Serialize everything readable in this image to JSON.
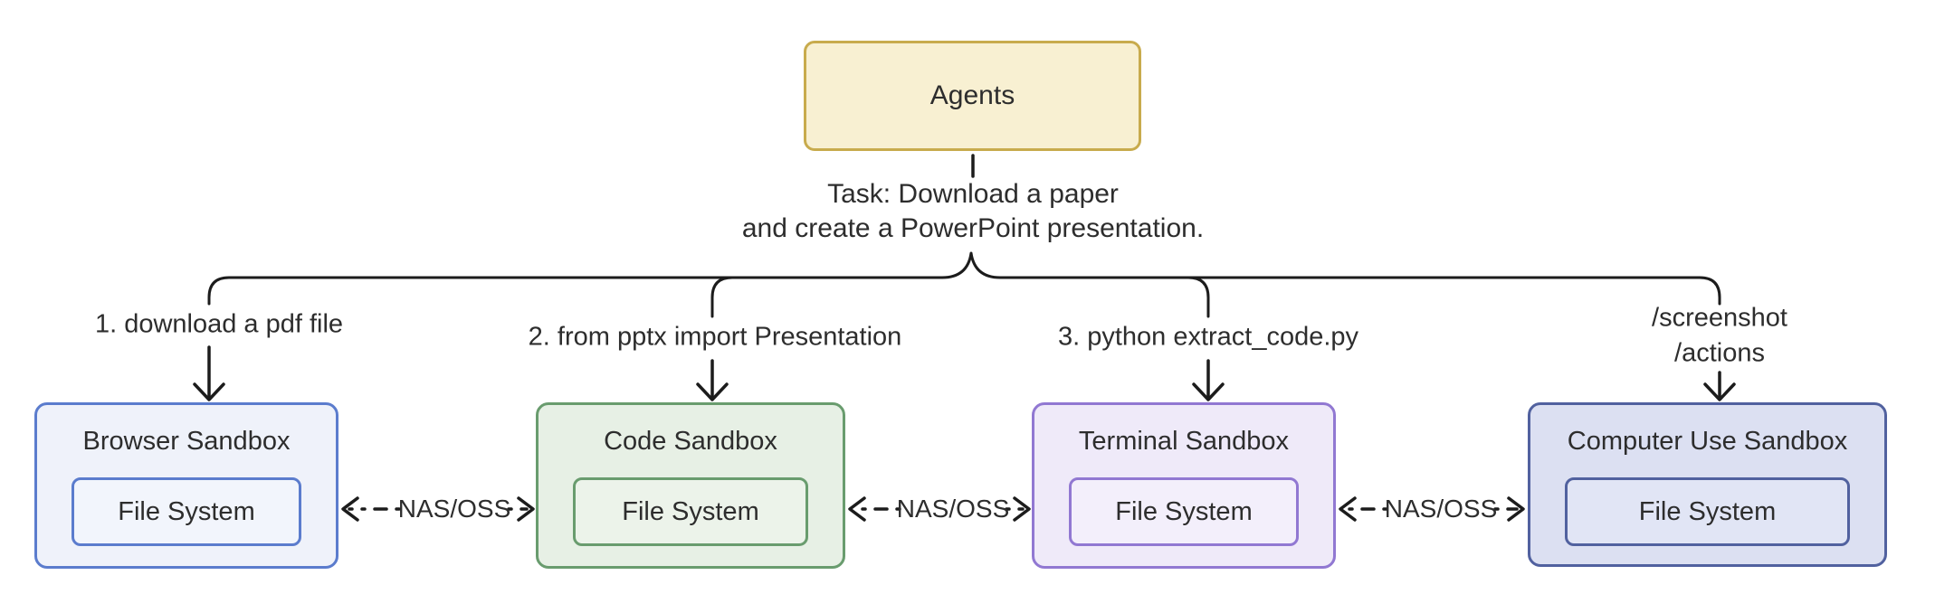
{
  "diagram": {
    "colors": {
      "line": "#1c1c1c",
      "text": "#2d2d2d",
      "background": "#ffffff"
    },
    "agent": {
      "label": "Agents",
      "fill": "#f8f0d2",
      "border": "#c8ab4d"
    },
    "task": {
      "line1": "Task: Download a paper",
      "line2": "and create a PowerPoint presentation."
    },
    "branches": [
      {
        "label": "1. download a pdf file"
      },
      {
        "label": "2. from pptx import Presentation"
      },
      {
        "label": "3. python extract_code.py"
      },
      {
        "label": "/screenshot",
        "label2": "/actions"
      }
    ],
    "sandboxes": [
      {
        "title": "Browser Sandbox",
        "inner_label": "File System",
        "fill": "#eff2fa",
        "inner_fill": "#f2f5fc",
        "border": "#5b7ccd"
      },
      {
        "title": "Code Sandbox",
        "inner_label": "File System",
        "fill": "#e7f0e5",
        "inner_fill": "#ecf3ea",
        "border": "#699c6e"
      },
      {
        "title": "Terminal Sandbox",
        "inner_label": "File System",
        "fill": "#efeaf9",
        "inner_fill": "#f3effb",
        "border": "#9178d2"
      },
      {
        "title": "Computer Use Sandbox",
        "inner_label": "File System",
        "fill": "#dce0f2",
        "inner_fill": "#e1e5f5",
        "border": "#51619f"
      }
    ],
    "links": [
      {
        "label": "NAS/OSS"
      },
      {
        "label": "NAS/OSS"
      },
      {
        "label": "NAS/OSS"
      }
    ]
  }
}
